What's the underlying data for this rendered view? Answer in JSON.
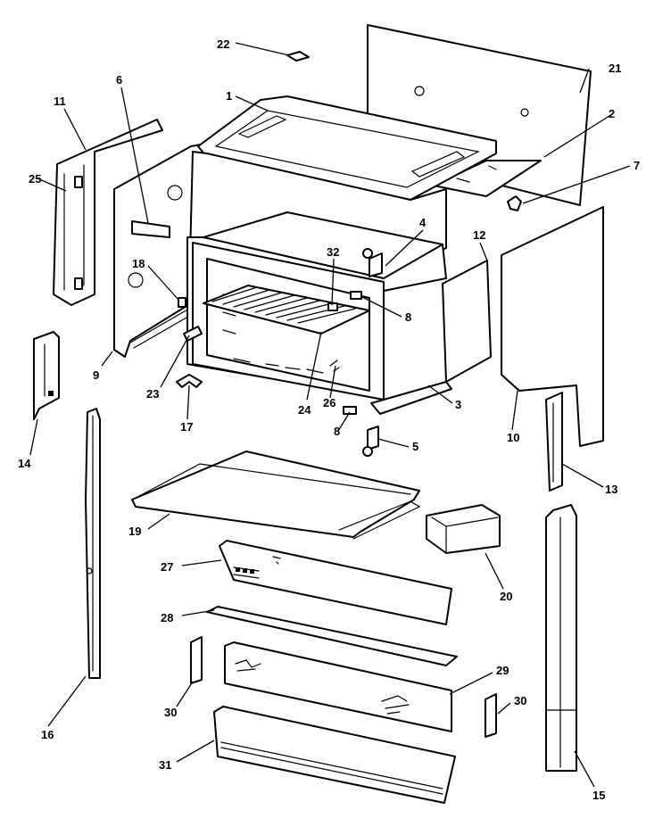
{
  "callouts": [
    {
      "id": "1",
      "label": "1"
    },
    {
      "id": "2",
      "label": "2"
    },
    {
      "id": "3",
      "label": "3"
    },
    {
      "id": "4",
      "label": "4"
    },
    {
      "id": "5",
      "label": "5"
    },
    {
      "id": "6",
      "label": "6"
    },
    {
      "id": "7",
      "label": "7"
    },
    {
      "id": "8a",
      "label": "8"
    },
    {
      "id": "8b",
      "label": "8"
    },
    {
      "id": "9",
      "label": "9"
    },
    {
      "id": "10",
      "label": "10"
    },
    {
      "id": "11",
      "label": "11"
    },
    {
      "id": "12",
      "label": "12"
    },
    {
      "id": "13",
      "label": "13"
    },
    {
      "id": "14",
      "label": "14"
    },
    {
      "id": "15",
      "label": "15"
    },
    {
      "id": "16",
      "label": "16"
    },
    {
      "id": "17",
      "label": "17"
    },
    {
      "id": "18",
      "label": "18"
    },
    {
      "id": "19",
      "label": "19"
    },
    {
      "id": "20",
      "label": "20"
    },
    {
      "id": "21",
      "label": "21"
    },
    {
      "id": "22",
      "label": "22"
    },
    {
      "id": "23",
      "label": "23"
    },
    {
      "id": "24",
      "label": "24"
    },
    {
      "id": "25",
      "label": "25"
    },
    {
      "id": "26",
      "label": "26"
    },
    {
      "id": "27",
      "label": "27"
    },
    {
      "id": "28",
      "label": "28"
    },
    {
      "id": "29",
      "label": "29"
    },
    {
      "id": "30a",
      "label": "30"
    },
    {
      "id": "30b",
      "label": "30"
    },
    {
      "id": "31",
      "label": "31"
    },
    {
      "id": "32",
      "label": "32"
    }
  ]
}
